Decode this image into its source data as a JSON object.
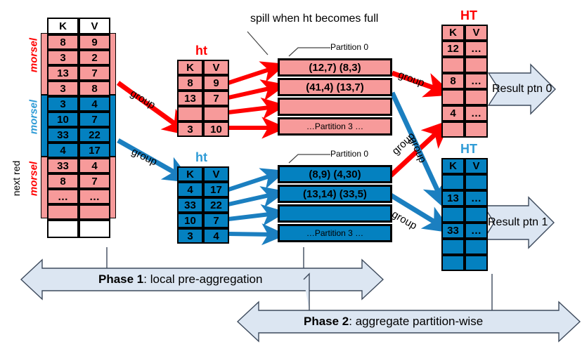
{
  "diagram": {
    "title_note": "spill when ht becomes full",
    "colors": {
      "pink": "#F79A9A",
      "blue": "#0481C0",
      "red_arrow": "#FF0000",
      "blue_arrow": "#1B7FC0",
      "phase_fill": "#DCE6F2",
      "red_label": "#FF0000",
      "blue_label": "#2E9BD6"
    },
    "input_table": {
      "header": [
        "K",
        "V"
      ],
      "rows": [
        {
          "k": "8",
          "v": "9",
          "color": "pink"
        },
        {
          "k": "3",
          "v": "2",
          "color": "pink"
        },
        {
          "k": "13",
          "v": "7",
          "color": "pink"
        },
        {
          "k": "3",
          "v": "8",
          "color": "pink"
        },
        {
          "k": "3",
          "v": "4",
          "color": "blue"
        },
        {
          "k": "10",
          "v": "7",
          "color": "blue"
        },
        {
          "k": "33",
          "v": "22",
          "color": "blue"
        },
        {
          "k": "4",
          "v": "17",
          "color": "blue"
        },
        {
          "k": "33",
          "v": "4",
          "color": "pink"
        },
        {
          "k": "8",
          "v": "7",
          "color": "pink"
        },
        {
          "k": "…",
          "v": "…",
          "color": "pink"
        },
        {
          "k": "",
          "v": "",
          "color": "pink"
        },
        {
          "k": "",
          "v": "",
          "color": "white"
        }
      ],
      "side_labels": [
        {
          "text": "morsel",
          "color": "red"
        },
        {
          "text": "morsel",
          "color": "blue"
        },
        {
          "text": "morsel",
          "color": "red"
        }
      ],
      "next_label": "next red"
    },
    "ht_red": {
      "label": "ht",
      "header": [
        "K",
        "V"
      ],
      "rows": [
        {
          "k": "8",
          "v": "9"
        },
        {
          "k": "13",
          "v": "7"
        },
        {
          "k": "",
          "v": ""
        },
        {
          "k": "3",
          "v": "10"
        }
      ]
    },
    "ht_blue": {
      "label": "ht",
      "header": [
        "K",
        "V"
      ],
      "rows": [
        {
          "k": "4",
          "v": "17"
        },
        {
          "k": "33",
          "v": "22"
        },
        {
          "k": "10",
          "v": "7"
        },
        {
          "k": "3",
          "v": "4"
        }
      ]
    },
    "partitions_red": {
      "caption": "Partition 0",
      "bars": [
        "(12,7)  (8,3)",
        "(41,4) (13,7)",
        "",
        "…Partition 3 …"
      ]
    },
    "partitions_blue": {
      "caption": "Partition 0",
      "bars": [
        "(8,9)  (4,30)",
        "(13,14) (33,5)",
        "",
        "…Partition 3 …"
      ]
    },
    "HT_red": {
      "label": "HT",
      "header": [
        "K",
        "V"
      ],
      "rows": [
        {
          "k": "12",
          "v": "…"
        },
        {
          "k": "",
          "v": ""
        },
        {
          "k": "8",
          "v": "…"
        },
        {
          "k": "",
          "v": ""
        },
        {
          "k": "4",
          "v": "…"
        },
        {
          "k": "",
          "v": ""
        }
      ]
    },
    "HT_blue": {
      "label": "HT",
      "header": [
        "K",
        "V"
      ],
      "rows": [
        {
          "k": "",
          "v": ""
        },
        {
          "k": "13",
          "v": "…"
        },
        {
          "k": "",
          "v": ""
        },
        {
          "k": "33",
          "v": "…"
        },
        {
          "k": "",
          "v": ""
        },
        {
          "k": "",
          "v": ""
        }
      ]
    },
    "group_labels": [
      "group",
      "group",
      "group",
      "group",
      "group",
      "group"
    ],
    "results": [
      "Result ptn 0",
      "Result ptn 1"
    ],
    "phases": [
      {
        "bold": "Phase 1",
        "rest": ": local pre-aggregation"
      },
      {
        "bold": "Phase 2",
        "rest": ": aggregate partition-wise"
      }
    ]
  }
}
